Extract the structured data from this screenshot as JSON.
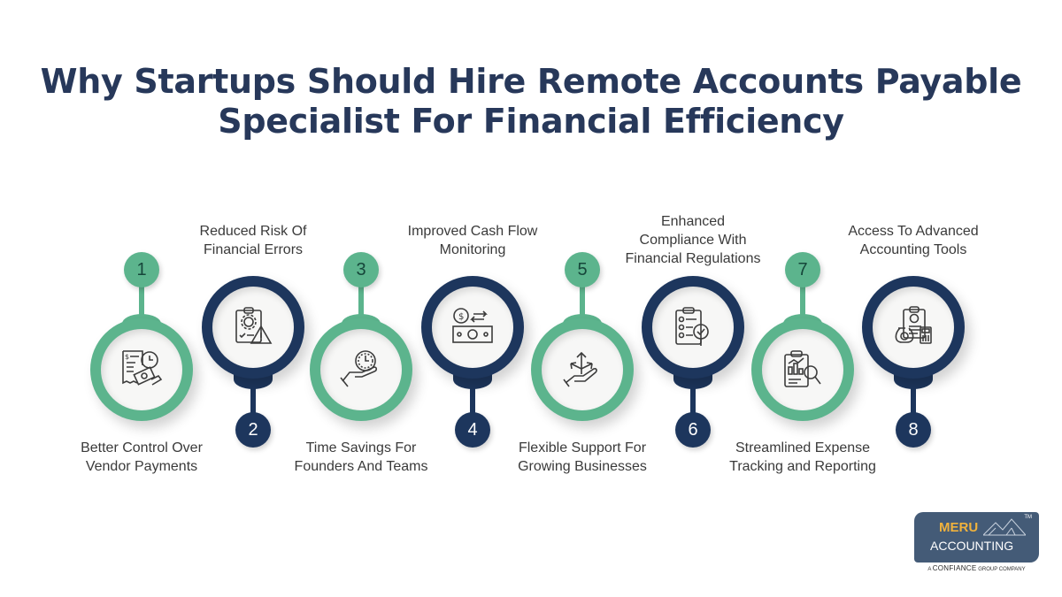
{
  "title": {
    "line1": "Why Startups Should Hire Remote Accounts Payable",
    "line2": "Specialist For Financial Efficiency"
  },
  "colors": {
    "title": "#27385a",
    "green": "#5cb48d",
    "navy": "#1d365d",
    "label_text": "#3a3a3a",
    "logo_bg": "#445b77",
    "logo_accent": "#f0b23c"
  },
  "steps": [
    {
      "number": "1",
      "label_line1": "Better Control Over",
      "label_line2": "Vendor Payments",
      "icon": "invoice-cash-clock-icon",
      "color": "green"
    },
    {
      "number": "2",
      "label_line1": "Reduced Risk Of",
      "label_line2": "Financial Errors",
      "icon": "clipboard-gear-warning-icon",
      "color": "navy"
    },
    {
      "number": "3",
      "label_line1": "Time Savings For",
      "label_line2": "Founders And Teams",
      "icon": "hand-clock-icon",
      "color": "green"
    },
    {
      "number": "4",
      "label_line1": "Improved Cash Flow",
      "label_line2": "Monitoring",
      "icon": "cash-flow-exchange-icon",
      "color": "navy"
    },
    {
      "number": "5",
      "label_line1": "Flexible Support For",
      "label_line2": "Growing Businesses",
      "icon": "hand-growth-arrows-icon",
      "color": "green"
    },
    {
      "number": "6",
      "label_line1": "Enhanced",
      "label_line2": "Compliance With",
      "label_line3": "Financial Regulations",
      "icon": "checklist-magnifier-icon",
      "color": "navy"
    },
    {
      "number": "7",
      "label_line1": "Streamlined Expense",
      "label_line2": "Tracking and Reporting",
      "icon": "report-chart-magnifier-icon",
      "color": "green"
    },
    {
      "number": "8",
      "label_line1": "Access To Advanced",
      "label_line2": "Accounting Tools",
      "icon": "money-bag-calculator-icon",
      "color": "navy"
    }
  ],
  "logo": {
    "brand_top": "MERU",
    "brand_bottom": "ACCOUNTING",
    "trademark": "TM",
    "tagline_prefix": "A",
    "tagline_brand": "CONFIANCE",
    "tagline_suffix": "GROUP COMPANY"
  }
}
